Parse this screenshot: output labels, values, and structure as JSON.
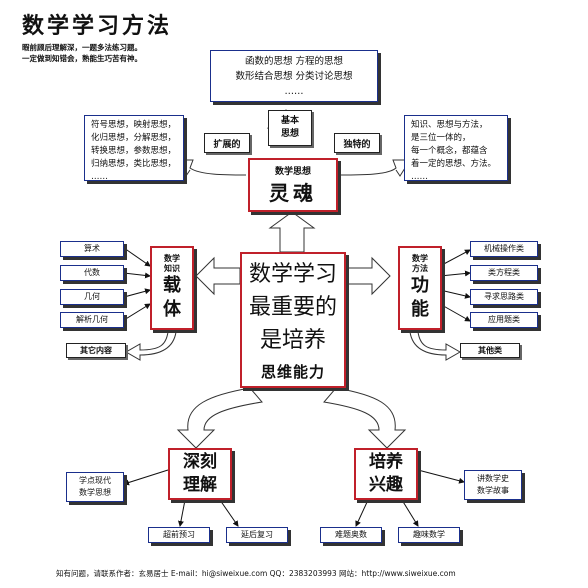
{
  "title": "数学学习方法",
  "tagline": [
    "暇前顾后理解深，一题多法练习题。",
    "一定做到知错会，熟能生巧苦有神。"
  ],
  "top_box": {
    "lines": [
      "函数的思想   方程的思想",
      "数形结合思想  分类讨论思想",
      "……"
    ]
  },
  "basic_box": {
    "lines": [
      "基本",
      "思想"
    ]
  },
  "expand_label": "扩展的",
  "unique_label": "独特的",
  "left_note": {
    "lines": [
      "符号思想，映射思想，",
      "化归思想，分解思想，",
      "转换思想，参数思想，",
      "归纳思想，类比思想，",
      "……"
    ]
  },
  "right_note": {
    "lines": [
      "知识、思想与方法，",
      "是三位一体的，",
      "每一个概念，都蕴含",
      "着一定的思想、方法。",
      "……"
    ]
  },
  "soul_box": {
    "small": "数学思想",
    "big": "灵魂"
  },
  "carrier_box": {
    "small": [
      "数学",
      "知识"
    ],
    "big": [
      "载",
      "体"
    ]
  },
  "function_box": {
    "small": [
      "数学",
      "方法"
    ],
    "big": [
      "功",
      "能"
    ]
  },
  "core_box": {
    "lines": [
      "数学学习",
      "最重要的",
      "是培养"
    ],
    "emph": "思维能力"
  },
  "left_items": [
    "算术",
    "代数",
    "几何",
    "解析几何",
    "其它内容"
  ],
  "right_items": [
    "机械操作类",
    "类方程类",
    "寻求思路类",
    "应用题类",
    "其他类"
  ],
  "understand_box": {
    "lines": [
      "深刻",
      "理解"
    ]
  },
  "interest_box": {
    "lines": [
      "培养",
      "兴趣"
    ]
  },
  "modern_box": {
    "lines": [
      "学点现代",
      "数学思想"
    ]
  },
  "history_box": {
    "lines": [
      "讲数学史",
      "数学故事"
    ]
  },
  "bottom_items": [
    "超前预习",
    "延后复习",
    "难题奥数",
    "趣味数学"
  ],
  "footer": "知有问题，请联系作者：玄易居士   E-mail：hi@siweixue.com   QQ：2383203993        网站：http://www.siweixue.com"
}
